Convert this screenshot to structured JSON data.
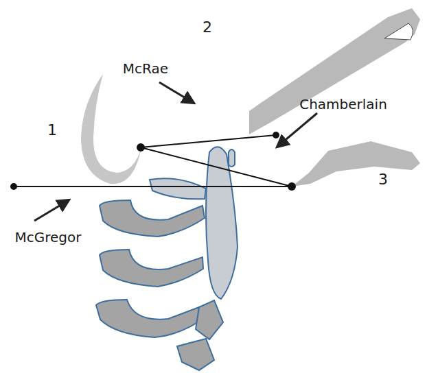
{
  "diagram": {
    "labels": [
      "1",
      "2",
      "3",
      "McRae",
      "Chamberlain",
      "McGregor"
    ]
  }
}
